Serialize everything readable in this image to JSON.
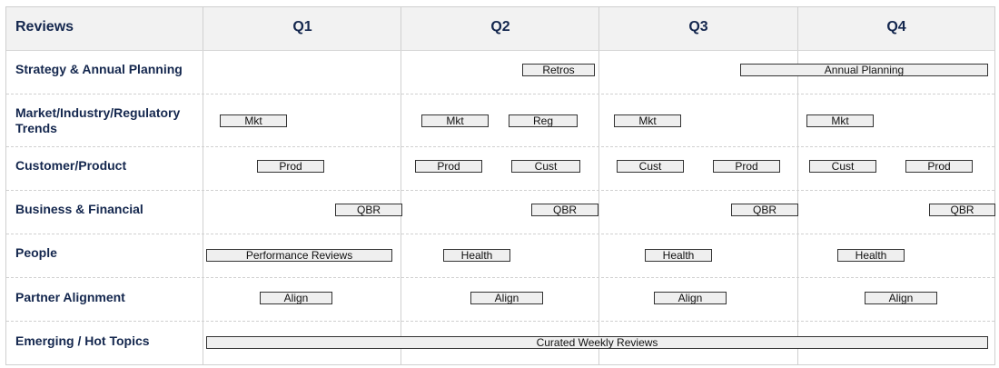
{
  "header": {
    "corner_title": "Reviews",
    "quarters": [
      "Q1",
      "Q2",
      "Q3",
      "Q4"
    ]
  },
  "rows": [
    {
      "label": "Strategy & Annual Planning",
      "items": [
        {
          "label": "Retros"
        },
        {
          "label": "Annual Planning"
        }
      ]
    },
    {
      "label": "Market/Industry/Regulatory Trends",
      "items": [
        {
          "label": "Mkt"
        },
        {
          "label": "Mkt"
        },
        {
          "label": "Reg"
        },
        {
          "label": "Mkt"
        },
        {
          "label": "Mkt"
        }
      ]
    },
    {
      "label": "Customer/Product",
      "items": [
        {
          "label": "Prod"
        },
        {
          "label": "Prod"
        },
        {
          "label": "Cust"
        },
        {
          "label": "Cust"
        },
        {
          "label": "Prod"
        },
        {
          "label": "Cust"
        },
        {
          "label": "Prod"
        }
      ]
    },
    {
      "label": "Business & Financial",
      "items": [
        {
          "label": "QBR"
        },
        {
          "label": "QBR"
        },
        {
          "label": "QBR"
        },
        {
          "label": "QBR"
        }
      ]
    },
    {
      "label": "People",
      "items": [
        {
          "label": "Performance Reviews"
        },
        {
          "label": "Health"
        },
        {
          "label": "Health"
        },
        {
          "label": "Health"
        }
      ]
    },
    {
      "label": "Partner Alignment",
      "items": [
        {
          "label": "Align"
        },
        {
          "label": "Align"
        },
        {
          "label": "Align"
        },
        {
          "label": "Align"
        }
      ]
    },
    {
      "label": "Emerging / Hot Topics",
      "items": [
        {
          "label": "Curated Weekly Reviews"
        }
      ]
    }
  ]
}
